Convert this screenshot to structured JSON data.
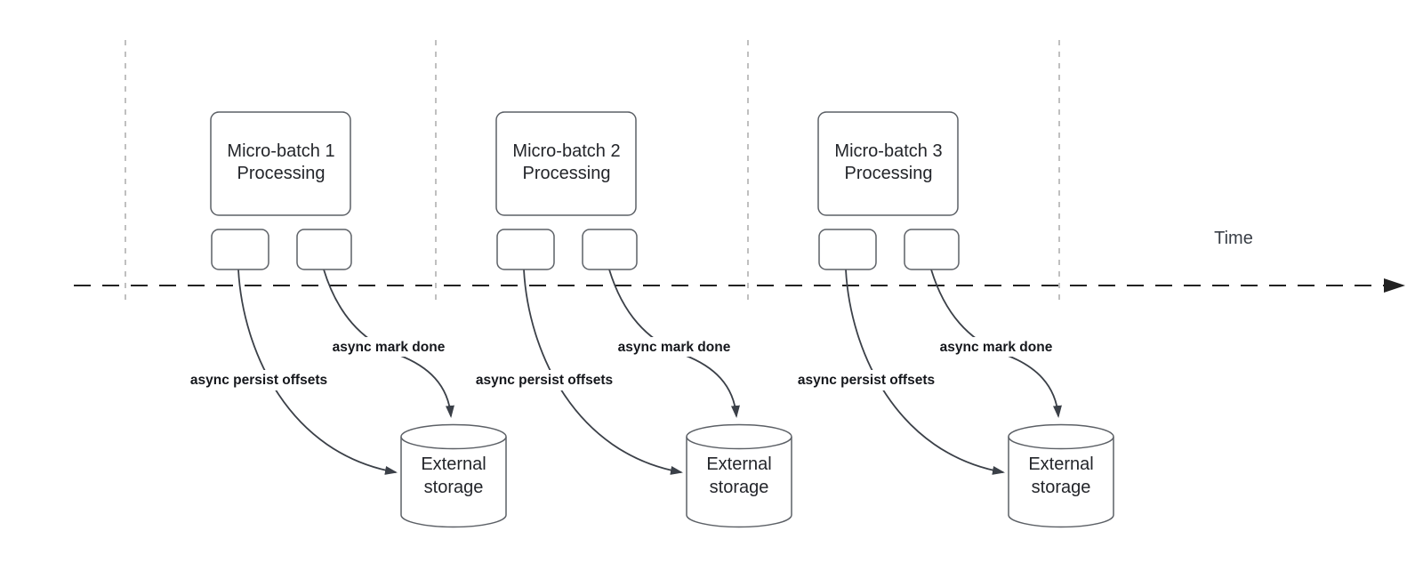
{
  "colors": {
    "box_border": "#5c6066",
    "box_text": "#23252a",
    "arrow": "#3b4048",
    "label_text": "#15171c",
    "timeline": "#222222",
    "gridline": "#b0b0b0",
    "time_text": "#3a3f47"
  },
  "timeline": {
    "label": "Time"
  },
  "groups": [
    {
      "box_line1": "Micro-batch 1",
      "box_line2": "Processing",
      "persist_label": "async persist offsets",
      "done_label": "async mark done",
      "storage_line1": "External",
      "storage_line2": "storage"
    },
    {
      "box_line1": "Micro-batch 2",
      "box_line2": "Processing",
      "persist_label": "async persist offsets",
      "done_label": "async mark done",
      "storage_line1": "External",
      "storage_line2": "storage"
    },
    {
      "box_line1": "Micro-batch 3",
      "box_line2": "Processing",
      "persist_label": "async persist offsets",
      "done_label": "async mark done",
      "storage_line1": "External",
      "storage_line2": "storage"
    }
  ]
}
